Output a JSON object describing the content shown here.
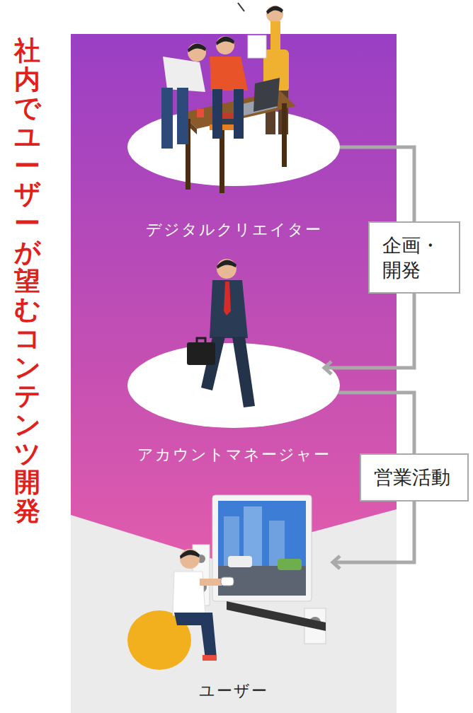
{
  "diagram": {
    "title": "社内でユーザーが望むコンテンツ開発",
    "nodes": [
      {
        "text": [
          "デジタルクリエイター"
        ]
      },
      {
        "text": [
          "アカウントマネージャー"
        ]
      },
      {
        "text": [
          "ユーザー"
        ]
      }
    ],
    "edges": [
      {
        "from": 0,
        "to": 1,
        "arrow": "to",
        "label": "企画・ 開発"
      },
      {
        "from": 1,
        "to": 2,
        "arrow": "to",
        "label": "営業活動"
      }
    ]
  }
}
